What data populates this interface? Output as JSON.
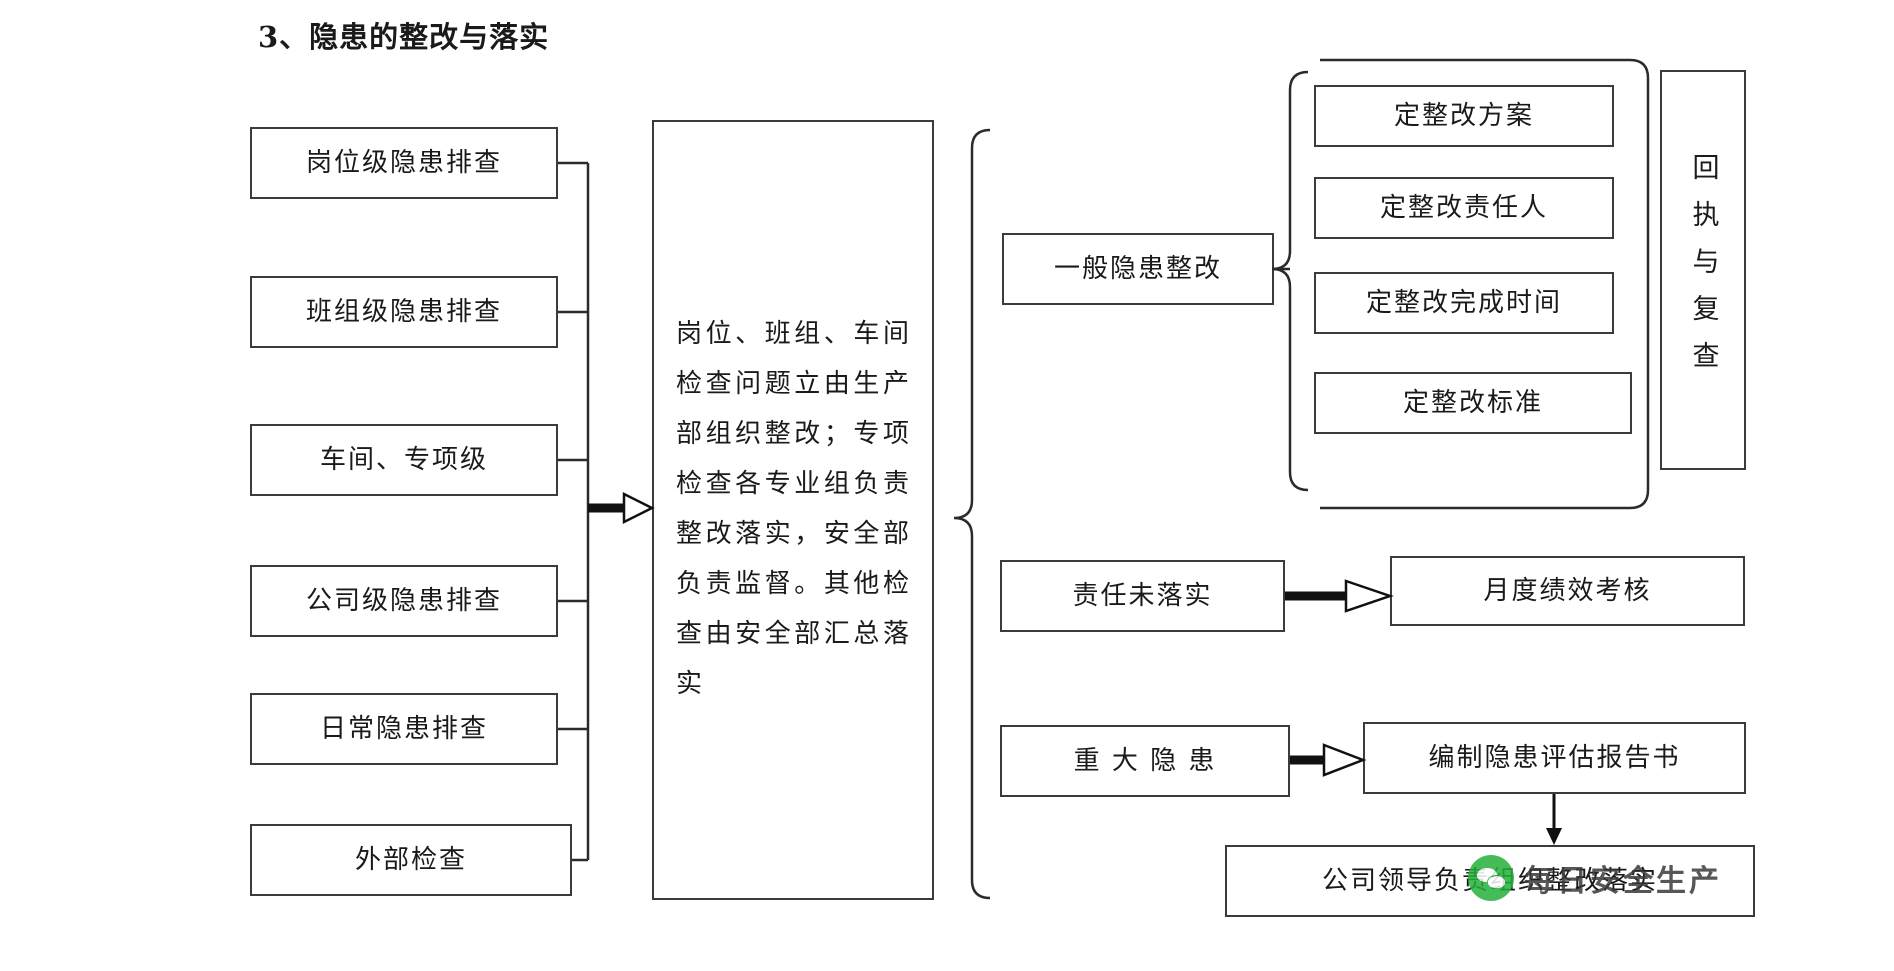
{
  "title": "3、隐患的整改与落实",
  "left_column": {
    "items": [
      {
        "label": "岗位级隐患排查"
      },
      {
        "label": "班组级隐患排查"
      },
      {
        "label": "车间、专项级"
      },
      {
        "label": "公司级隐患排查"
      },
      {
        "label": "日常隐患排查"
      },
      {
        "label": "外部检查"
      }
    ]
  },
  "center": {
    "text": "岗位、班组、车间检查问题立由生产部组织整改；专项检查各专业组负责整改落实，安全部负责监督。其他检查由安全部汇总落实"
  },
  "right": {
    "general_rectification": "一般隐患整改",
    "general_sub_items": [
      {
        "label": "定整改方案"
      },
      {
        "label": "定整改责任人"
      },
      {
        "label": "定整改完成时间"
      },
      {
        "label": "定整改标准"
      }
    ],
    "receipt_review": "回执与复查",
    "rows": [
      {
        "source": "责任未落实",
        "target": "月度绩效考核"
      },
      {
        "source": "重 大 隐 患",
        "target": "编制隐患评估报告书"
      }
    ],
    "bottom_box": "公司领导负责组织整改落实"
  },
  "watermark": {
    "text": "每日安全生产",
    "logo": "wechat-logo",
    "color": "#25b13a"
  }
}
